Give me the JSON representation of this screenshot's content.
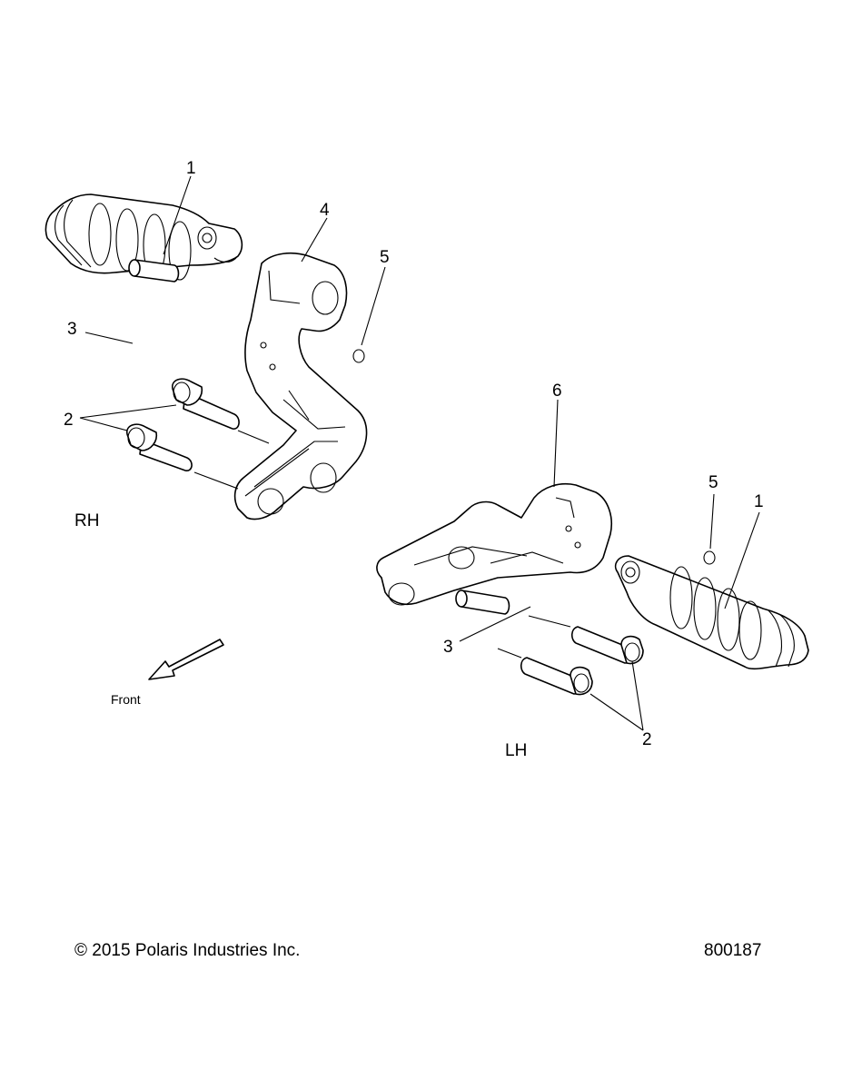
{
  "callouts": {
    "rh_peg": "1",
    "rh_bolts": "2",
    "rh_pin": "3",
    "rh_bracket": "4",
    "rh_oring": "5",
    "lh_bracket": "6",
    "lh_oring": "5",
    "lh_peg": "1",
    "lh_pin": "3",
    "lh_bolts": "2"
  },
  "labels": {
    "rh": "RH",
    "lh": "LH",
    "front": "Front"
  },
  "footer": {
    "copyright": "© 2015 Polaris Industries Inc.",
    "part_number": "800187"
  }
}
